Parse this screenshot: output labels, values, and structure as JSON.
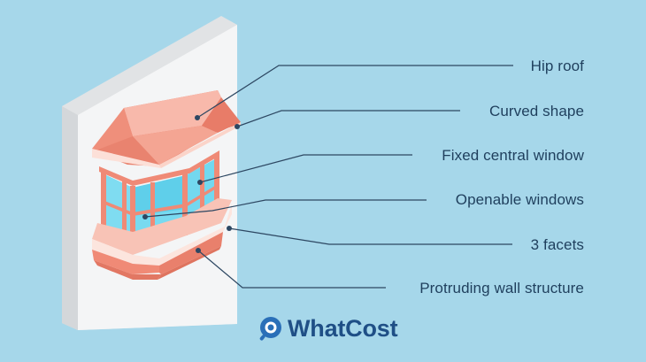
{
  "labels": {
    "hip_roof": "Hip roof",
    "curved_shape": "Curved shape",
    "fixed_central_window": "Fixed central window",
    "openable_windows": "Openable windows",
    "three_facets": "3 facets",
    "protruding_wall_structure": "Protruding wall structure"
  },
  "brand": {
    "name": "WhatCost",
    "icon": "magnifier-logo-icon"
  },
  "colors": {
    "background": "#a6d7ea",
    "wall": "#f2f3f4",
    "frame": "#f08875",
    "frame_light": "#f6b4a6",
    "glass": "#67d3ec",
    "leader_line": "#2d4762",
    "text": "#1f3f5d",
    "brand": "#1f4f86"
  }
}
